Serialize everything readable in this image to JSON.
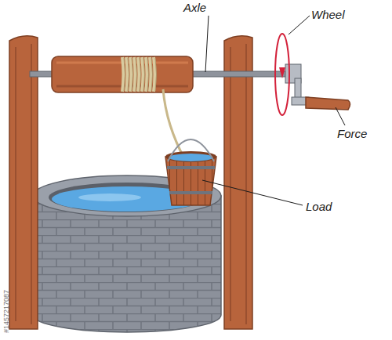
{
  "diagram": {
    "labels": [
      "Axle",
      "Wheel",
      "Force",
      "Load",
      "#1457217087"
    ]
  }
}
